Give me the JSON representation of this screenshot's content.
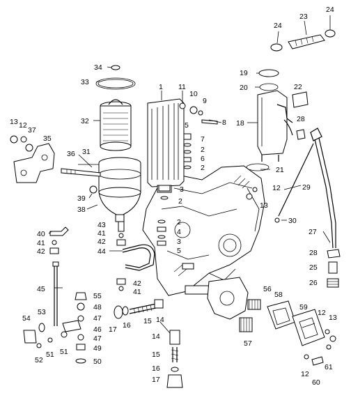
{
  "diagram": {
    "callouts": [
      {
        "id": "l24a",
        "text": "24"
      },
      {
        "id": "l23",
        "text": "23"
      },
      {
        "id": "l24b",
        "text": "24"
      },
      {
        "id": "l34",
        "text": "34"
      },
      {
        "id": "l33",
        "text": "33"
      },
      {
        "id": "l32",
        "text": "32"
      },
      {
        "id": "l1",
        "text": "1"
      },
      {
        "id": "l11",
        "text": "11"
      },
      {
        "id": "l10",
        "text": "10"
      },
      {
        "id": "l9",
        "text": "9"
      },
      {
        "id": "l8",
        "text": "8"
      },
      {
        "id": "l5a",
        "text": "5"
      },
      {
        "id": "l7",
        "text": "7"
      },
      {
        "id": "l2a",
        "text": "2"
      },
      {
        "id": "l6",
        "text": "6"
      },
      {
        "id": "l2b",
        "text": "2"
      },
      {
        "id": "l3",
        "text": "3"
      },
      {
        "id": "l2c",
        "text": "2"
      },
      {
        "id": "l19",
        "text": "19"
      },
      {
        "id": "l20",
        "text": "20"
      },
      {
        "id": "l22",
        "text": "22"
      },
      {
        "id": "l18",
        "text": "18"
      },
      {
        "id": "l28a",
        "text": "28"
      },
      {
        "id": "l21",
        "text": "21"
      },
      {
        "id": "l12a",
        "text": "12"
      },
      {
        "id": "l13a",
        "text": "13"
      },
      {
        "id": "l29",
        "text": "29"
      },
      {
        "id": "l30",
        "text": "30"
      },
      {
        "id": "l27",
        "text": "27"
      },
      {
        "id": "l28b",
        "text": "28"
      },
      {
        "id": "l25",
        "text": "25"
      },
      {
        "id": "l26",
        "text": "26"
      },
      {
        "id": "l13b",
        "text": "13"
      },
      {
        "id": "l12b",
        "text": "12"
      },
      {
        "id": "l37",
        "text": "37"
      },
      {
        "id": "l35",
        "text": "35"
      },
      {
        "id": "l36",
        "text": "36"
      },
      {
        "id": "l31",
        "text": "31"
      },
      {
        "id": "l39",
        "text": "39"
      },
      {
        "id": "l38",
        "text": "38"
      },
      {
        "id": "l40",
        "text": "40"
      },
      {
        "id": "l41a",
        "text": "41"
      },
      {
        "id": "l42a",
        "text": "42"
      },
      {
        "id": "l43",
        "text": "43"
      },
      {
        "id": "l41b",
        "text": "41"
      },
      {
        "id": "l42b",
        "text": "42"
      },
      {
        "id": "l44",
        "text": "44"
      },
      {
        "id": "l2d",
        "text": "2"
      },
      {
        "id": "l4",
        "text": "4"
      },
      {
        "id": "l3b",
        "text": "3"
      },
      {
        "id": "l5b",
        "text": "5"
      },
      {
        "id": "l42c",
        "text": "42"
      },
      {
        "id": "l41c",
        "text": "41"
      },
      {
        "id": "l45",
        "text": "45"
      },
      {
        "id": "l55",
        "text": "55"
      },
      {
        "id": "l48",
        "text": "48"
      },
      {
        "id": "l47a",
        "text": "47"
      },
      {
        "id": "l46",
        "text": "46"
      },
      {
        "id": "l47b",
        "text": "47"
      },
      {
        "id": "l49",
        "text": "49"
      },
      {
        "id": "l50",
        "text": "50"
      },
      {
        "id": "l53",
        "text": "53"
      },
      {
        "id": "l54",
        "text": "54"
      },
      {
        "id": "l52",
        "text": "52"
      },
      {
        "id": "l51a",
        "text": "51"
      },
      {
        "id": "l51b",
        "text": "51"
      },
      {
        "id": "l17a",
        "text": "17"
      },
      {
        "id": "l16a",
        "text": "16"
      },
      {
        "id": "l15a",
        "text": "15"
      },
      {
        "id": "l14a",
        "text": "14"
      },
      {
        "id": "l14b",
        "text": "14"
      },
      {
        "id": "l15b",
        "text": "15"
      },
      {
        "id": "l16b",
        "text": "16"
      },
      {
        "id": "l17b",
        "text": "17"
      },
      {
        "id": "l56",
        "text": "56"
      },
      {
        "id": "l57",
        "text": "57"
      },
      {
        "id": "l58",
        "text": "58"
      },
      {
        "id": "l59",
        "text": "59"
      },
      {
        "id": "l12c",
        "text": "12"
      },
      {
        "id": "l13c",
        "text": "13"
      },
      {
        "id": "l61",
        "text": "61"
      },
      {
        "id": "l12d",
        "text": "12"
      },
      {
        "id": "l60",
        "text": "60"
      }
    ]
  }
}
